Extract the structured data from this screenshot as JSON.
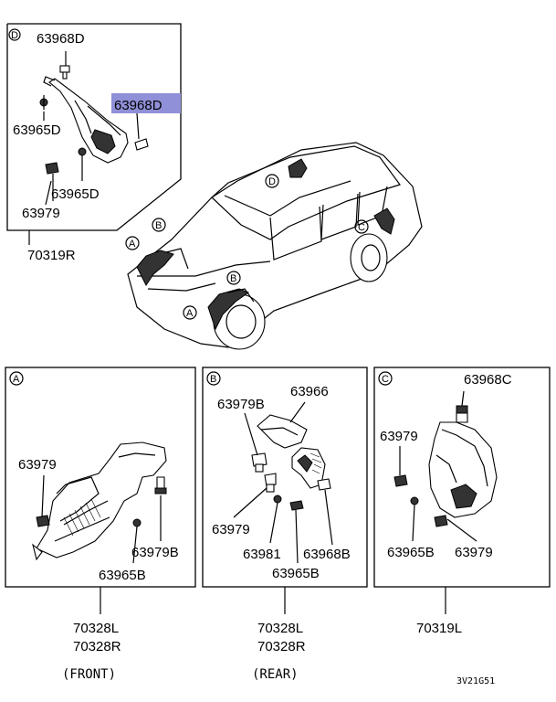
{
  "panel_d": {
    "circle": "D",
    "parts": {
      "p1": "63968D",
      "p2": "63968D",
      "p3": "63965D",
      "p4": "63965D",
      "p5": "63979"
    },
    "assembly": "70319R",
    "highlight_color": "#9090d8"
  },
  "car_view": {
    "callouts": [
      "A",
      "B",
      "A",
      "B",
      "C",
      "D"
    ]
  },
  "panel_a": {
    "circle": "A",
    "parts": {
      "p1": "63979",
      "p2": "63979B",
      "p3": "63965B"
    },
    "assembly_1": "70328L",
    "assembly_2": "70328R",
    "note": "(FRONT)"
  },
  "panel_b": {
    "circle": "B",
    "parts": {
      "p1": "63979B",
      "p2": "63966",
      "p3": "63979",
      "p4": "63981",
      "p5": "63968B",
      "p6": "63965B"
    },
    "assembly_1": "70328L",
    "assembly_2": "70328R",
    "note": "(REAR)"
  },
  "panel_c": {
    "circle": "C",
    "parts": {
      "p1": "63968C",
      "p2": "63979",
      "p3": "63965B",
      "p4": "63979"
    },
    "assembly": "70319L"
  },
  "diagram_code": "3V21G51"
}
